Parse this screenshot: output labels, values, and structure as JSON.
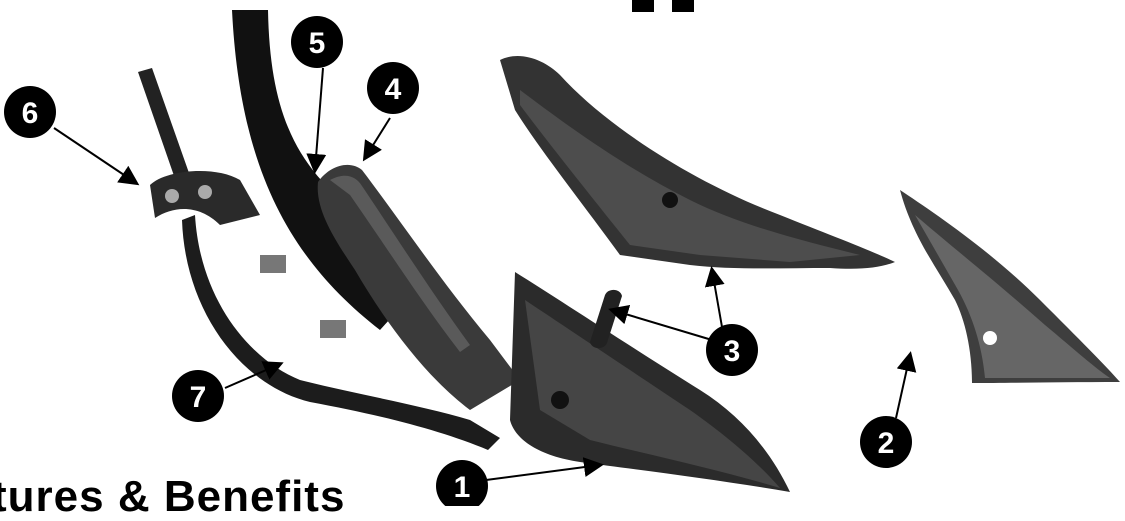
{
  "heading": "tures & Benefits",
  "callouts": [
    {
      "id": "c1",
      "label": "1"
    },
    {
      "id": "c2",
      "label": "2"
    },
    {
      "id": "c3",
      "label": "3"
    },
    {
      "id": "c4",
      "label": "4"
    },
    {
      "id": "c5",
      "label": "5"
    },
    {
      "id": "c6",
      "label": "6"
    },
    {
      "id": "c7",
      "label": "7"
    }
  ],
  "colors": {
    "part_dark": "#1a1a1a",
    "part_mid": "#3a3a3a",
    "part_light": "#5a5a5a",
    "callout_bg": "#000000",
    "callout_text": "#ffffff"
  }
}
